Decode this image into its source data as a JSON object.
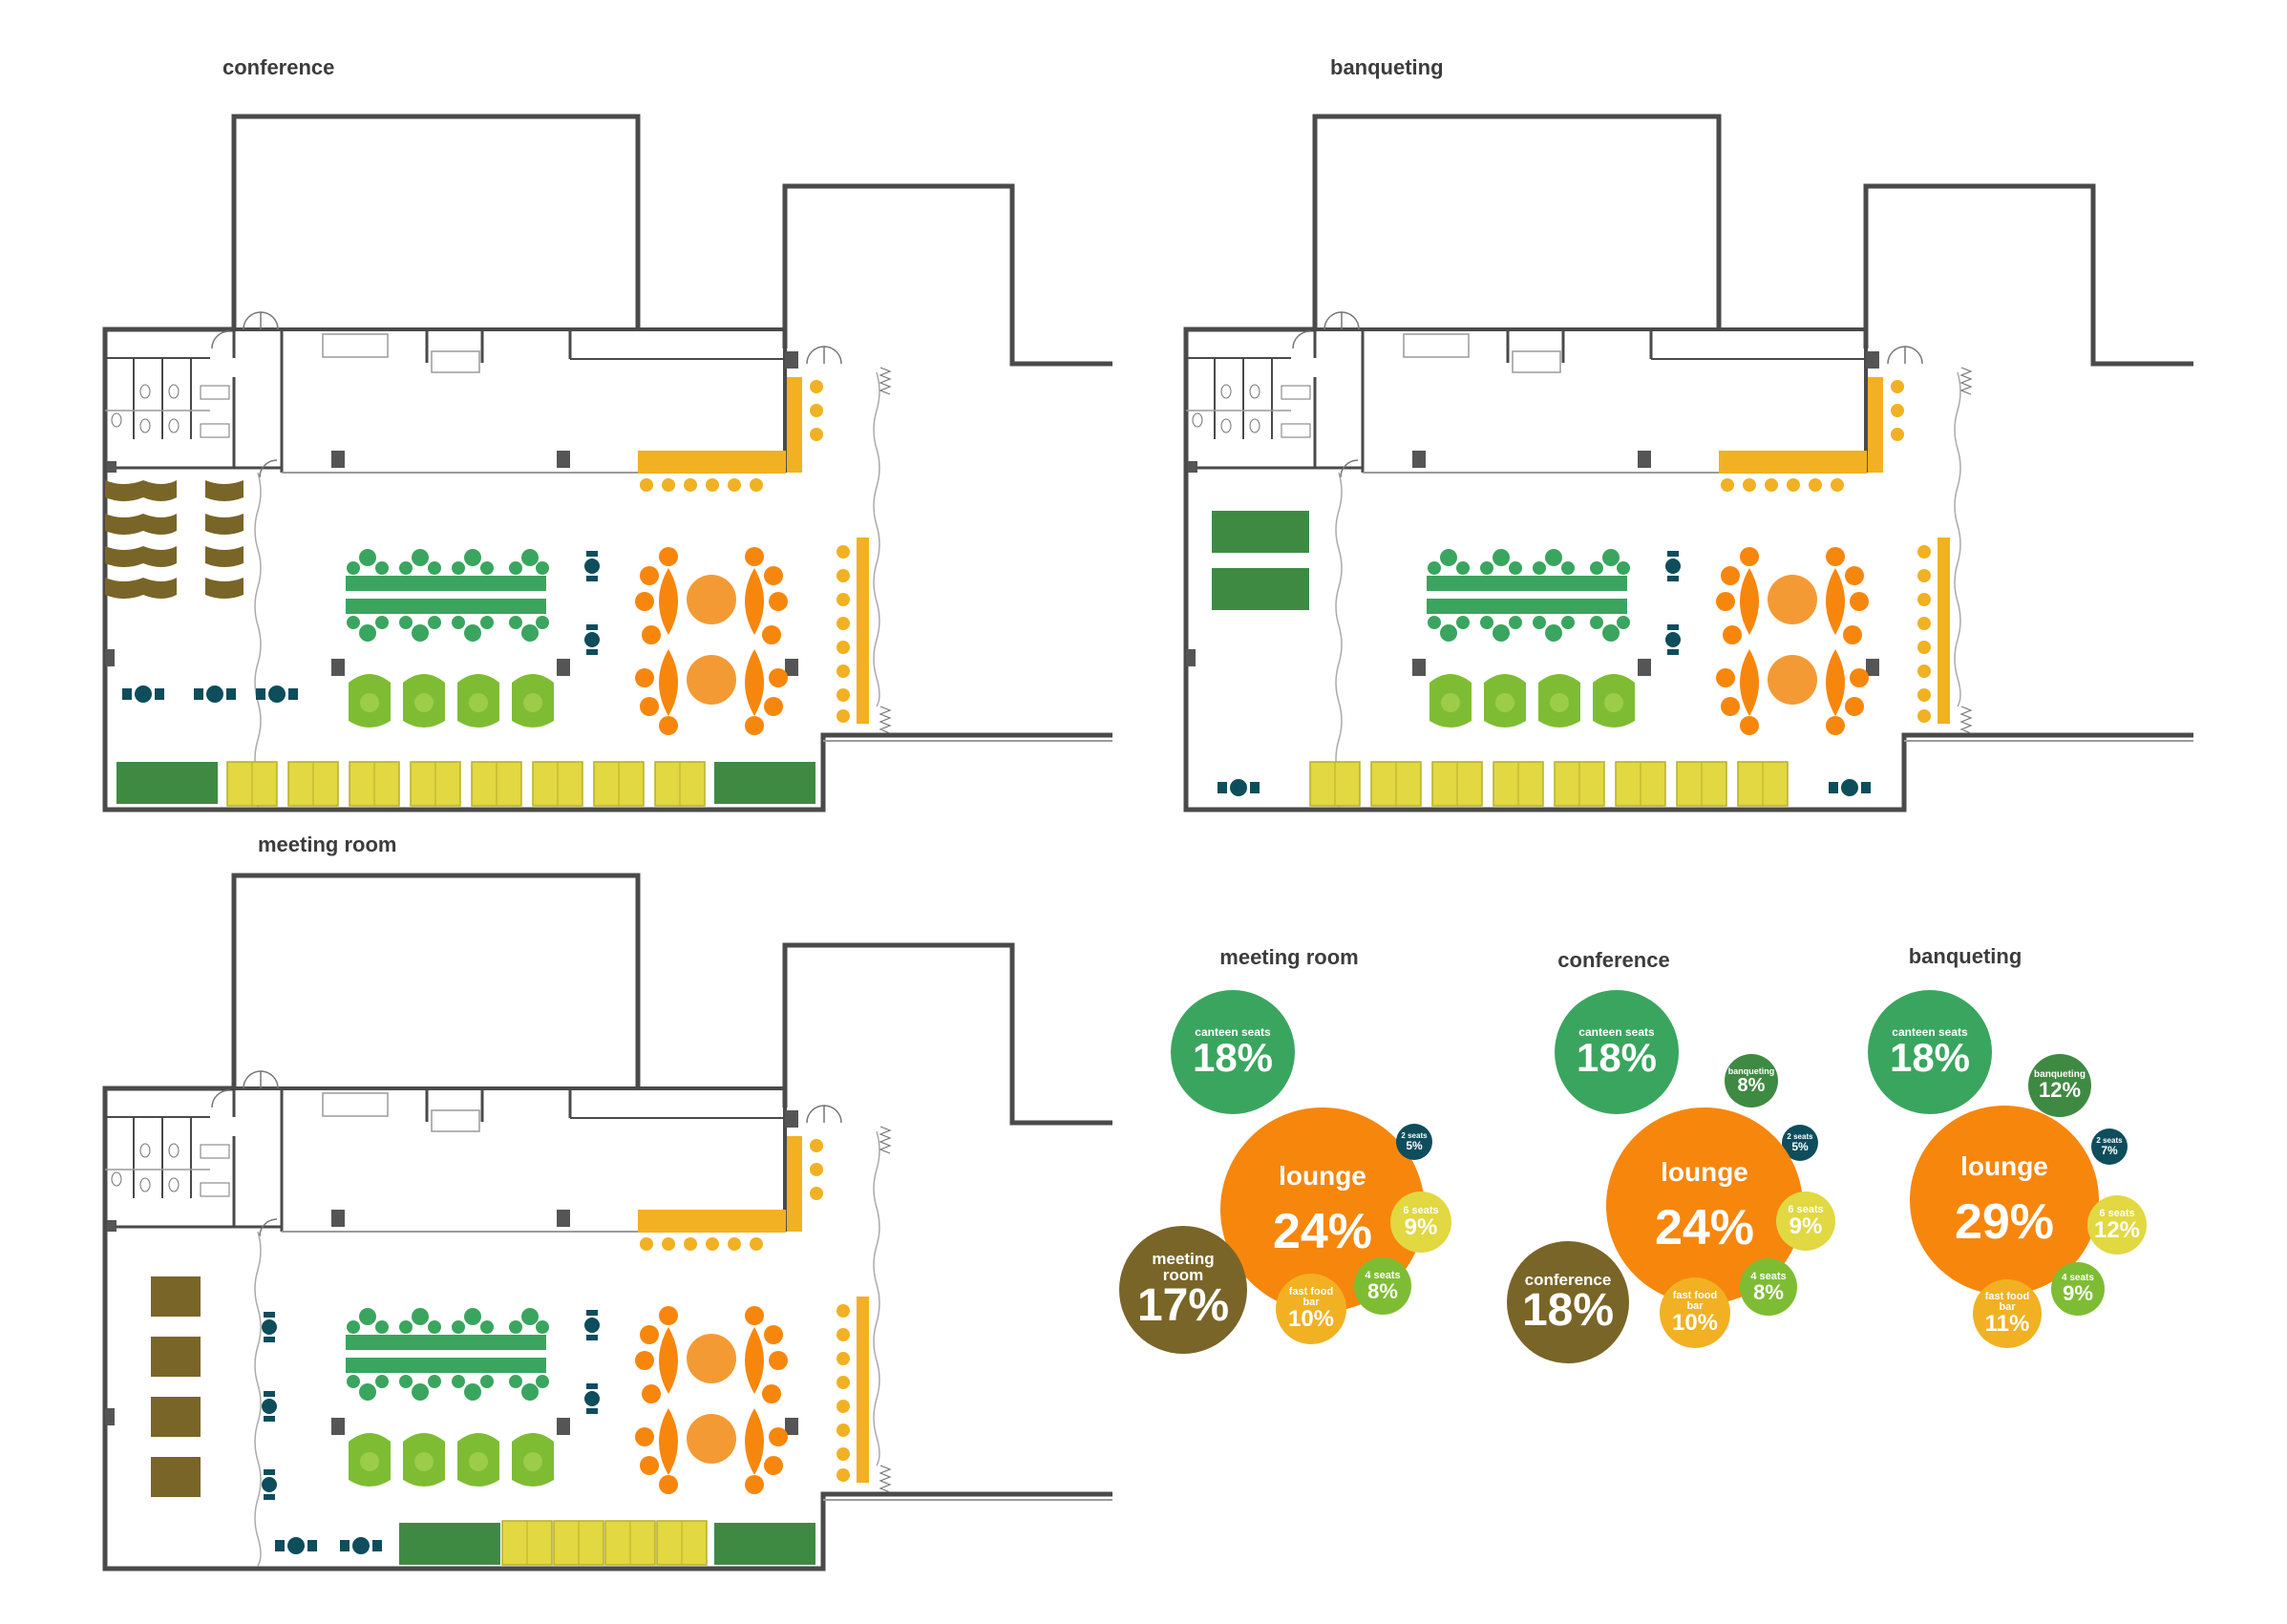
{
  "plans": {
    "conference": {
      "title": "conference"
    },
    "banqueting": {
      "title": "banqueting"
    },
    "meeting_room": {
      "title": "meeting room"
    }
  },
  "colors": {
    "canteen_seats": "#3aa55f",
    "lounge": "#f7860d",
    "meeting_room": "#7a6528",
    "conference": "#7a6528",
    "banqueting": "#3f8a42",
    "two_seats": "#0d4d5c",
    "six_seats": "#e1d842",
    "four_seats": "#7ebd33",
    "fast_food_bar": "#f1b123",
    "walls": "#4a4a4a"
  },
  "bubbles": {
    "meeting_room": {
      "title": "meeting room",
      "items": [
        {
          "key": "canteen_seats",
          "label": "canteen seats",
          "pct": "18%"
        },
        {
          "key": "lounge",
          "label": "lounge",
          "pct": "24%"
        },
        {
          "key": "two_seats",
          "label": "2 seats",
          "pct": "5%"
        },
        {
          "key": "six_seats",
          "label": "6 seats",
          "pct": "9%"
        },
        {
          "key": "meeting_room",
          "label": "meeting room",
          "pct": "17%"
        },
        {
          "key": "four_seats",
          "label": "4 seats",
          "pct": "8%"
        },
        {
          "key": "fast_food_bar",
          "label": "fast food bar",
          "pct": "10%"
        }
      ]
    },
    "conference": {
      "title": "conference",
      "items": [
        {
          "key": "canteen_seats",
          "label": "canteen seats",
          "pct": "18%"
        },
        {
          "key": "banqueting",
          "label": "banqueting",
          "pct": "8%"
        },
        {
          "key": "two_seats",
          "label": "2 seats",
          "pct": "5%"
        },
        {
          "key": "lounge",
          "label": "lounge",
          "pct": "24%"
        },
        {
          "key": "six_seats",
          "label": "6 seats",
          "pct": "9%"
        },
        {
          "key": "conference",
          "label": "conference",
          "pct": "18%"
        },
        {
          "key": "four_seats",
          "label": "4 seats",
          "pct": "8%"
        },
        {
          "key": "fast_food_bar",
          "label": "fast food bar",
          "pct": "10%"
        }
      ]
    },
    "banqueting": {
      "title": "banqueting",
      "items": [
        {
          "key": "canteen_seats",
          "label": "canteen seats",
          "pct": "18%"
        },
        {
          "key": "banqueting",
          "label": "banqueting",
          "pct": "12%"
        },
        {
          "key": "two_seats",
          "label": "2 seats",
          "pct": "7%"
        },
        {
          "key": "lounge",
          "label": "lounge",
          "pct": "29%"
        },
        {
          "key": "six_seats",
          "label": "6 seats",
          "pct": "12%"
        },
        {
          "key": "four_seats",
          "label": "4 seats",
          "pct": "9%"
        },
        {
          "key": "fast_food_bar",
          "label": "fast food bar",
          "pct": "11%"
        }
      ]
    }
  }
}
